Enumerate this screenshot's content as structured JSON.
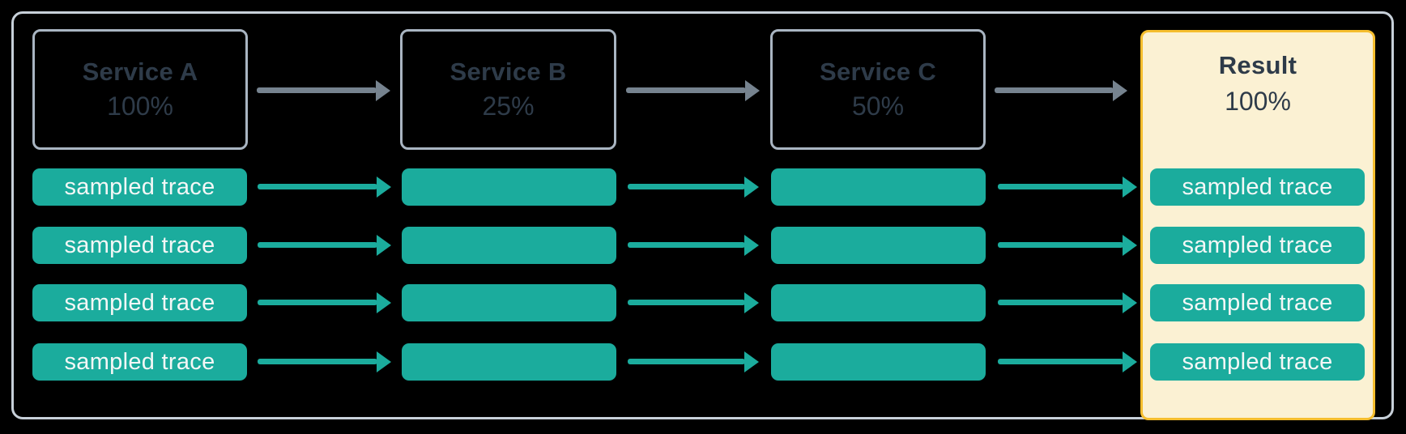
{
  "diagram": {
    "description": "trace sampling pipeline",
    "services": [
      {
        "name": "Service A",
        "rate": "100%"
      },
      {
        "name": "Service B",
        "rate": "25%"
      },
      {
        "name": "Service C",
        "rate": "50%"
      }
    ],
    "result": {
      "name": "Result",
      "rate": "100%"
    },
    "trace_label": "sampled trace",
    "rows": 4,
    "colors": {
      "teal": "#1BAC9D",
      "frame_border": "#C7D0D9",
      "service_border": "#A9B5C2",
      "arrow_gray": "#76838F",
      "dark_text": "#2E3B49",
      "result_background": "#FBF1D3",
      "result_border": "#F5BE2E",
      "trace_text": "#F4F7F6",
      "background": "#000000"
    }
  }
}
